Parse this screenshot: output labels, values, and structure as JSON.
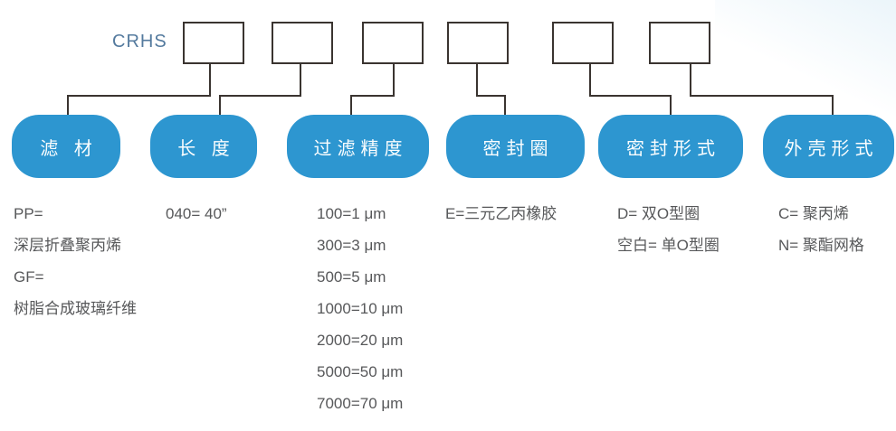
{
  "diagram": {
    "series_prefix": "CRHS",
    "segments": [
      {
        "pill": "滤 材",
        "options": [
          "PP=",
          "深层折叠聚丙烯",
          "GF=",
          "树脂合成玻璃纤维"
        ]
      },
      {
        "pill": "长 度",
        "options": [
          "040= 40”"
        ]
      },
      {
        "pill": "过滤精度",
        "options": [
          "100=1 μm",
          "300=3 μm",
          "500=5 μm",
          "1000=10 μm",
          "2000=20 μm",
          "5000=50 μm",
          "7000=70 μm"
        ]
      },
      {
        "pill": "密封圈",
        "options": [
          "E=三元乙丙橡胶"
        ]
      },
      {
        "pill": "密封形式",
        "options": [
          "D= 双O型圈",
          "空白= 单O型圈"
        ]
      },
      {
        "pill": "外壳形式",
        "options": [
          "C= 聚丙烯",
          "N= 聚酯网格"
        ]
      }
    ],
    "colors": {
      "pill_blue": "#2d96d0",
      "line_dark": "#3a3430",
      "text_gray": "#57585a",
      "prefix_blue": "#547a9e"
    }
  }
}
